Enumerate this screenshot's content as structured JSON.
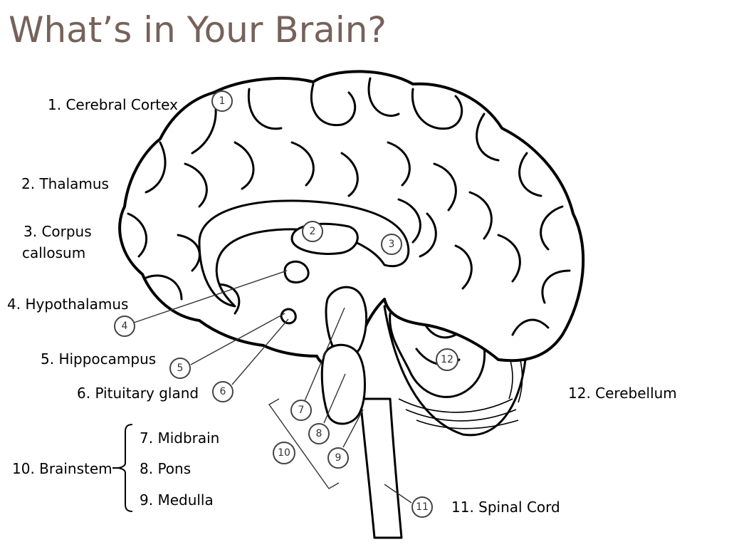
{
  "slide": {
    "title": "What’s in Your Brain?",
    "title_color": "#76625a"
  },
  "labels": {
    "cerebral_cortex": "1. Cerebral Cortex",
    "thalamus": "2. Thalamus",
    "corpus_callosum_line1": "3. Corpus",
    "corpus_callosum_line2": "callosum",
    "hypothalamus": "4. Hypothalamus",
    "hippocampus": "5. Hippocampus",
    "pituitary_gland": "6. Pituitary gland",
    "midbrain": "7. Midbrain",
    "pons": "8. Pons",
    "medulla": "9. Medulla",
    "brainstem": "10. Brainstem",
    "spinal_cord": "11. Spinal Cord",
    "cerebellum": "12. Cerebellum"
  },
  "markers": [
    "1",
    "2",
    "3",
    "4",
    "5",
    "6",
    "7",
    "8",
    "9",
    "10",
    "11",
    "12"
  ]
}
